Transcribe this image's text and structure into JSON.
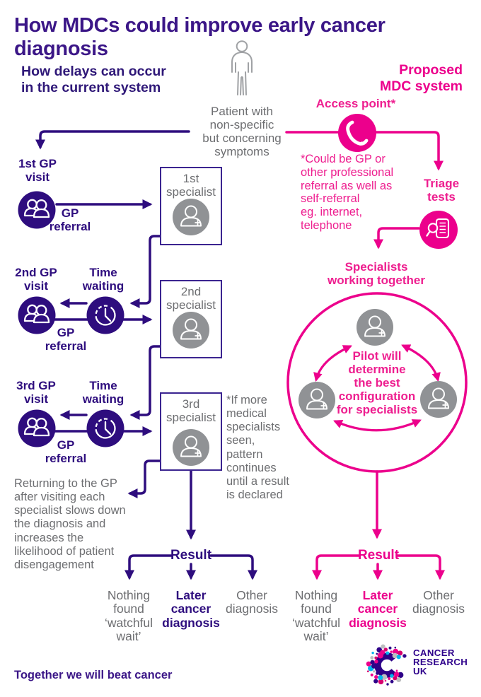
{
  "title": "How MDCs could improve early cancer diagnosis",
  "patient": {
    "label": "Patient with\nnon-specific\nbut concerning\nsymptoms"
  },
  "current": {
    "heading": "How delays can occur\nin the current system",
    "rows": [
      {
        "visit": "1st GP\nvisit",
        "wait": "",
        "referral": "GP\nreferral"
      },
      {
        "visit": "2nd GP\nvisit",
        "wait": "Time\nwaiting",
        "referral": "GP\nreferral"
      },
      {
        "visit": "3rd GP\nvisit",
        "wait": "Time\nwaiting",
        "referral": "GP\nreferral"
      }
    ],
    "specialists": [
      {
        "label": "1st\nspecialist"
      },
      {
        "label": "2nd\nspecialist"
      },
      {
        "label": "3rd\nspecialist"
      }
    ],
    "returning_note": "Returning to the GP\nafter visiting each\nspecialist slows down\nthe diagnosis and\nincreases the\nlikelihood of patient\ndisengagement",
    "pattern_note": "*If more\nmedical\nspecialists\nseen,\npattern\ncontinues\nuntil a result\nis declared",
    "result": "Result",
    "outcomes": [
      {
        "label": "Nothing\nfound\n‘watchful\nwait’"
      },
      {
        "label": "Later\ncancer\ndiagnosis"
      },
      {
        "label": "Other\ndiagnosis"
      }
    ]
  },
  "mdc": {
    "heading": "Proposed\nMDC system",
    "access_point": "Access point*",
    "access_note": "*Could be GP or\nother professional\nreferral as well as\nself-referral\neg. internet,\ntelephone",
    "triage": "Triage\ntests",
    "specialists_heading": "Specialists\nworking together",
    "pilot_note": "Pilot will\ndetermine\nthe best\nconfiguration\nfor specialists",
    "result": "Result",
    "outcomes": [
      {
        "label": "Nothing\nfound\n‘watchful\nwait’"
      },
      {
        "label": "Later\ncancer\ndiagnosis"
      },
      {
        "label": "Other\ndiagnosis"
      }
    ]
  },
  "footer": {
    "tagline": "Together we will beat cancer",
    "logo_lines": "CANCER\nRESEARCH\nUK"
  },
  "colors": {
    "purple": "#2e0d7e",
    "purple_text": "#3b1687",
    "pink": "#ec008c",
    "pink_text": "#ee1e8f",
    "gray_text": "#6d6e71",
    "icon_gray": "#909295",
    "logo_palette": [
      "#ec008c",
      "#2e0188",
      "#00b6ed",
      "#d6006e",
      "#bcbec0",
      "#ec008c",
      "#2e0188"
    ]
  }
}
